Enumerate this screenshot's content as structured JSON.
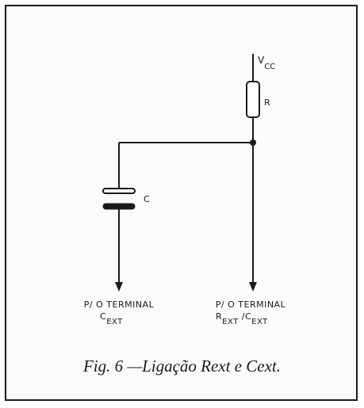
{
  "schematic": {
    "vcc": {
      "main": "V",
      "sub": "CC"
    },
    "resistor_label": "R",
    "capacitor_label": "C",
    "left_terminal": {
      "line1": "P/ O TERMINAL",
      "line2_main": "C",
      "line2_sub": "EXT"
    },
    "right_terminal": {
      "line1": "P/ O TERMINAL",
      "line2_main_a": "R",
      "line2_sub_a": "EXT",
      "line2_sep": " /",
      "line2_main_b": "C",
      "line2_sub_b": "EXT"
    }
  },
  "caption": "Fig. 6 —Ligação Rext e Cext."
}
